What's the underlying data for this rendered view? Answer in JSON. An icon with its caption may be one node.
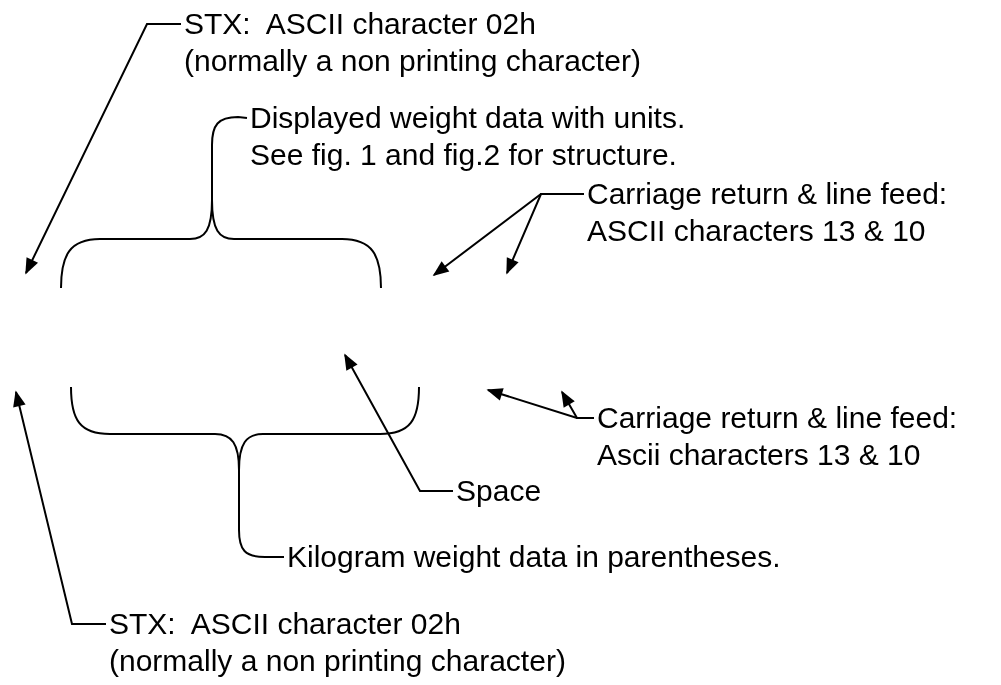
{
  "diagram": {
    "nodes": [
      {
        "text": [
          "STX:  ASCII character 02h (normally a non printing character)"
        ]
      },
      {
        "text": [
          "Displayed weight data with units. See fig. 1 and fig.2 for structure."
        ]
      },
      {
        "text": [
          "Carriage return & line feed: ASCII characters 13 & 10"
        ]
      },
      {
        "text": [
          "Carriage return & line feed: Ascii characters 13 & 10"
        ]
      },
      {
        "text": [
          "Space"
        ]
      },
      {
        "text": [
          "Kilogram weight data in parentheses."
        ]
      },
      {
        "text": [
          "STX:  ASCII character 02h (normally a non printing character)"
        ]
      },
      {
        "text": [],
        "shape": "brace"
      },
      {
        "text": [],
        "shape": "brace"
      }
    ],
    "edges": [
      {
        "from": 0,
        "to": null,
        "arrow": "to"
      },
      {
        "from": 1,
        "to": 7,
        "arrow": "none"
      },
      {
        "from": 2,
        "to": null,
        "arrow": "to"
      },
      {
        "from": 2,
        "to": null,
        "arrow": "to"
      },
      {
        "from": 3,
        "to": null,
        "arrow": "to"
      },
      {
        "from": 3,
        "to": null,
        "arrow": "to"
      },
      {
        "from": 4,
        "to": null,
        "arrow": "to"
      },
      {
        "from": 5,
        "to": 8,
        "arrow": "none"
      },
      {
        "from": 6,
        "to": null,
        "arrow": "to"
      }
    ]
  }
}
